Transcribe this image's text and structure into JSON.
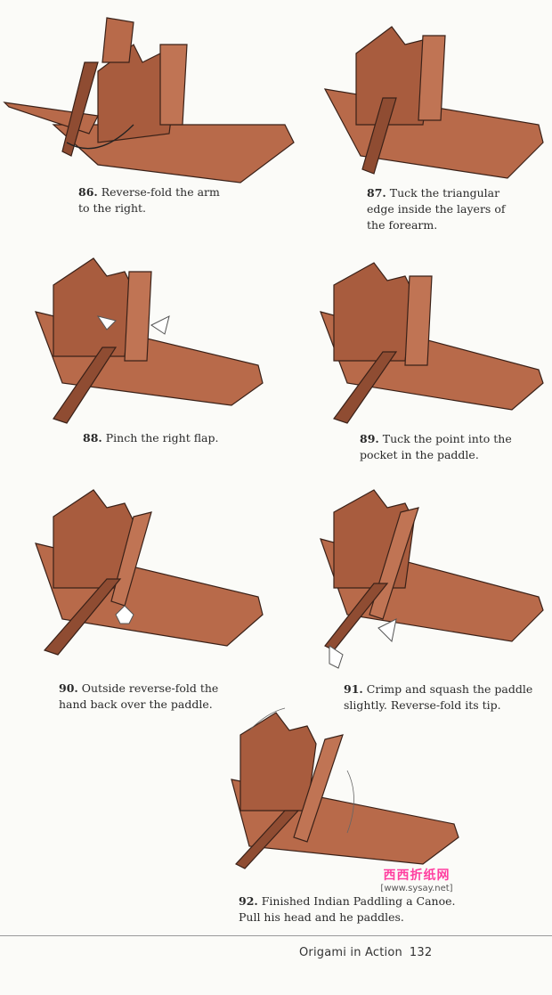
{
  "steps": [
    {
      "number": "86.",
      "text": "Reverse-fold the arm\nto the right."
    },
    {
      "number": "87.",
      "text": "Tuck the triangular\nedge inside the layers of\nthe forearm."
    },
    {
      "number": "88.",
      "text": "Pinch the right flap."
    },
    {
      "number": "89.",
      "text": "Tuck the point into the\npocket in the paddle."
    },
    {
      "number": "90.",
      "text": "Outside reverse-fold the\nhand back over the paddle."
    },
    {
      "number": "91.",
      "text": "Crimp and squash the paddle\nslightly. Reverse-fold its tip."
    },
    {
      "number": "92.",
      "text": "Finished Indian Paddling a Canoe.\nPull his head and he paddles."
    }
  ],
  "footer": {
    "book": "Origami in Action",
    "page": "132"
  },
  "watermark": {
    "title": "西西折纸网",
    "url": "[www.sysay.net]"
  },
  "colors": {
    "paper": "#b86a4a",
    "paper_dark": "#8f4c32",
    "paper_light": "#cf8a68",
    "line": "#3a2118"
  }
}
